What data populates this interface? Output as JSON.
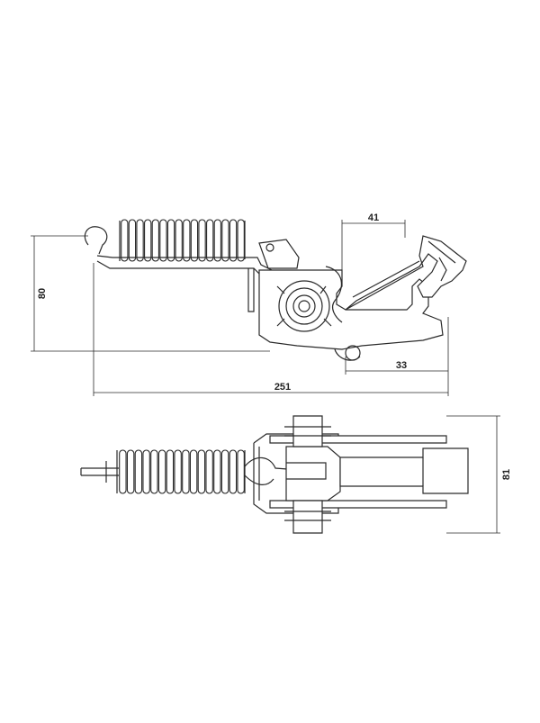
{
  "dimensions": {
    "height_side": "80",
    "overall_length": "251",
    "hook_width": "41",
    "hook_offset": "33",
    "height_top": "81"
  },
  "colors": {
    "line": "#2a2a2a",
    "background": "#ffffff"
  }
}
